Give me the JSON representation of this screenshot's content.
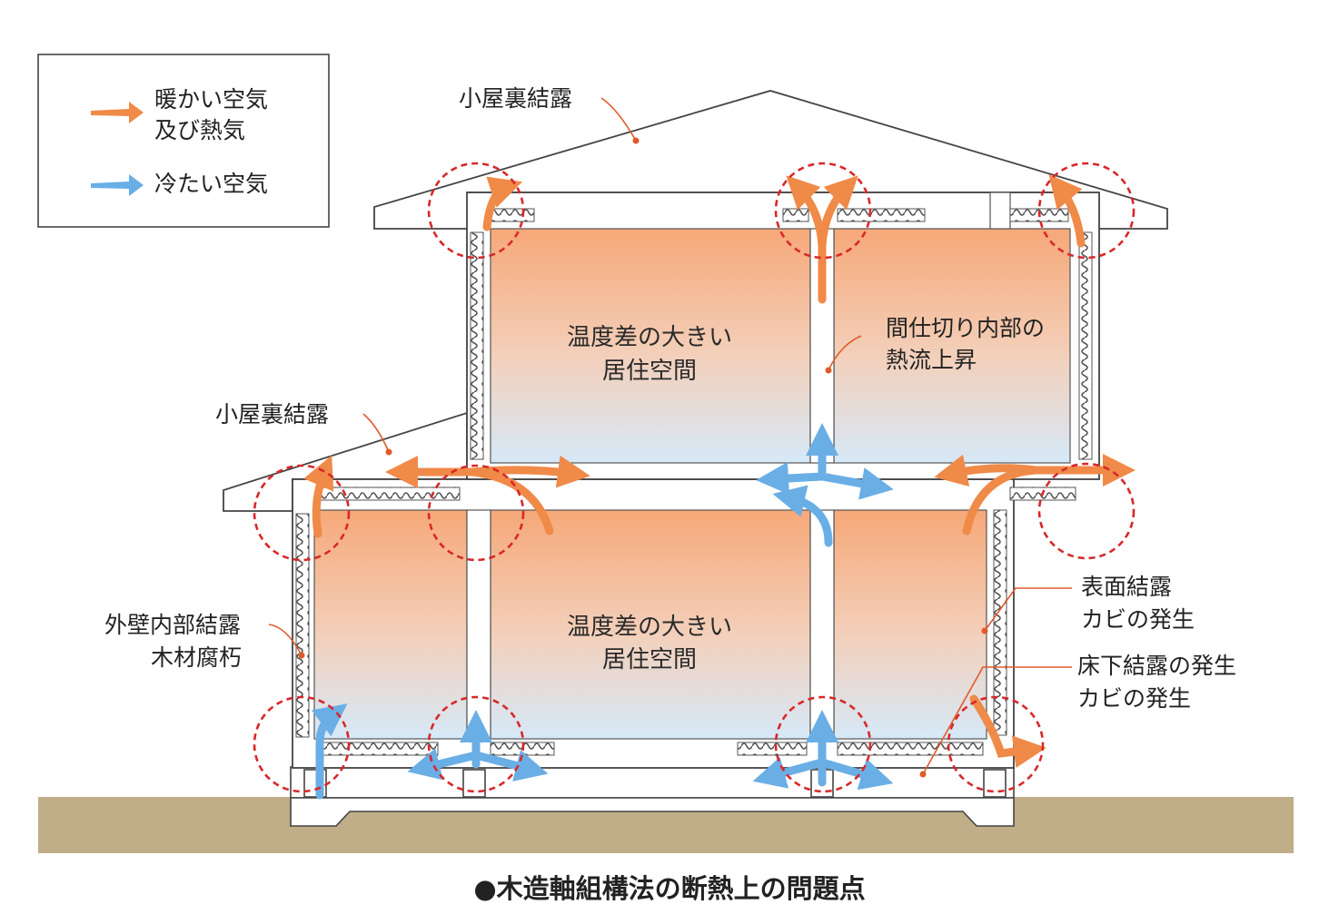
{
  "legend": {
    "warm": "暖かい空気\n及び熱気",
    "warm_line1": "暖かい空気",
    "warm_line2": "及び熱気",
    "cold": "冷たい空気"
  },
  "labels": {
    "attic_condensation_top": "小屋裏結露",
    "attic_condensation_mid": "小屋裏結露",
    "partition_line1": "間仕切り内部の",
    "partition_line2": "熱流上昇",
    "surface_line1": "表面結露",
    "surface_line2": "カビの発生",
    "underfloor_line1": "床下結露の発生",
    "underfloor_line2": "カビの発生",
    "wall_line1": "外壁内部結露",
    "wall_line2": "木材腐朽"
  },
  "rooms": {
    "upper_line1": "温度差の大きい",
    "upper_line2": "居住空間",
    "lower_line1": "温度差の大きい",
    "lower_line2": "居住空間"
  },
  "caption": "●木造軸組構法の断熱上の問題点",
  "colors": {
    "warm_arrow": "#f08a48",
    "cold_arrow": "#6aaee6",
    "condensation_circle": "#d8282a",
    "ground": "#bfae87",
    "leader_line": "#e05a2a",
    "room_top": "#f7b184",
    "room_bottom": "#dcecf7"
  }
}
